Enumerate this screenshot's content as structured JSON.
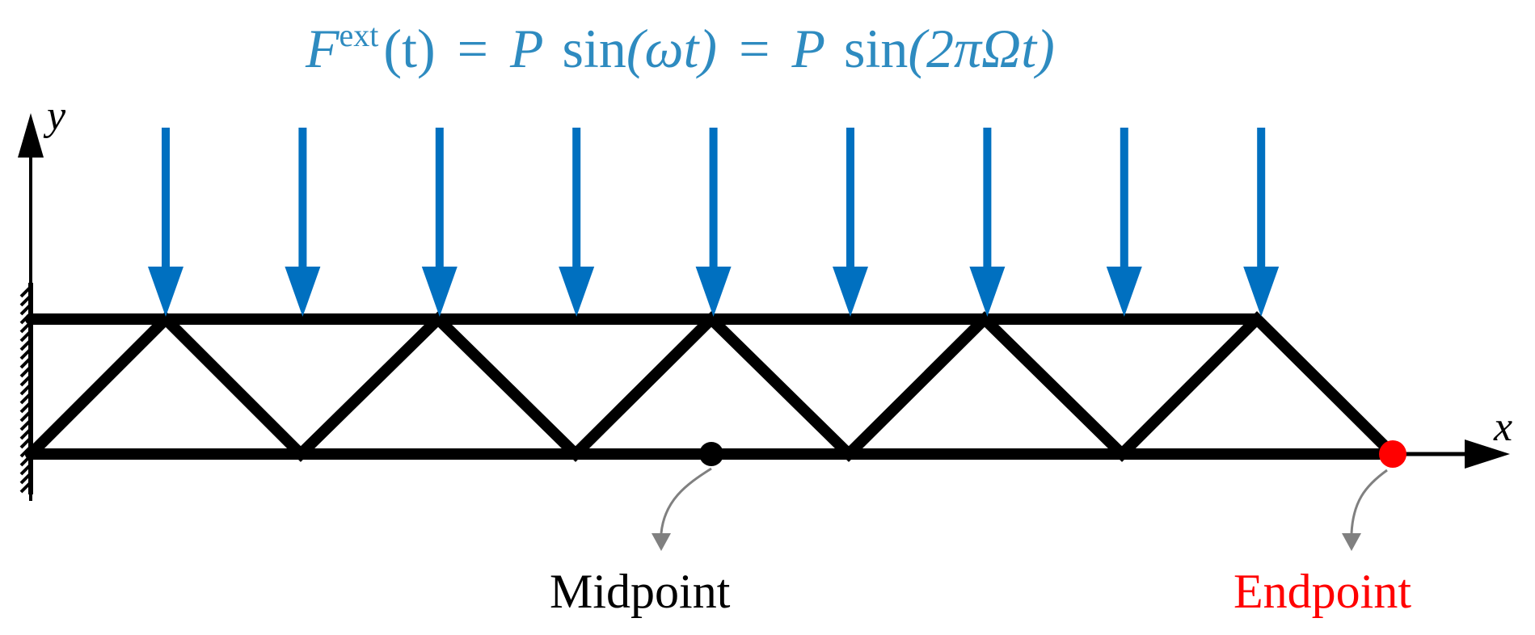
{
  "formula": {
    "lhs_symbol": "F",
    "lhs_superscript": "ext",
    "lhs_arg": "(t)",
    "equals_1": "=",
    "middle_coeff": "P",
    "middle_func": "sin",
    "middle_arg": "(ωt)",
    "equals_2": "=",
    "right_coeff": "P",
    "right_func": "sin",
    "right_arg": "(2πΩt)"
  },
  "axes": {
    "y_label": "y",
    "x_label": "x"
  },
  "labels": {
    "midpoint": "Midpoint",
    "endpoint": "Endpoint"
  },
  "colors": {
    "load_arrow": "#0070C0",
    "formula_text": "#2E8BC0",
    "truss": "#000000",
    "midpoint_dot": "#000000",
    "endpoint_dot": "#FF0000",
    "endpoint_text": "#FF0000",
    "pointer_arrow": "#808080"
  },
  "load_count": 9
}
